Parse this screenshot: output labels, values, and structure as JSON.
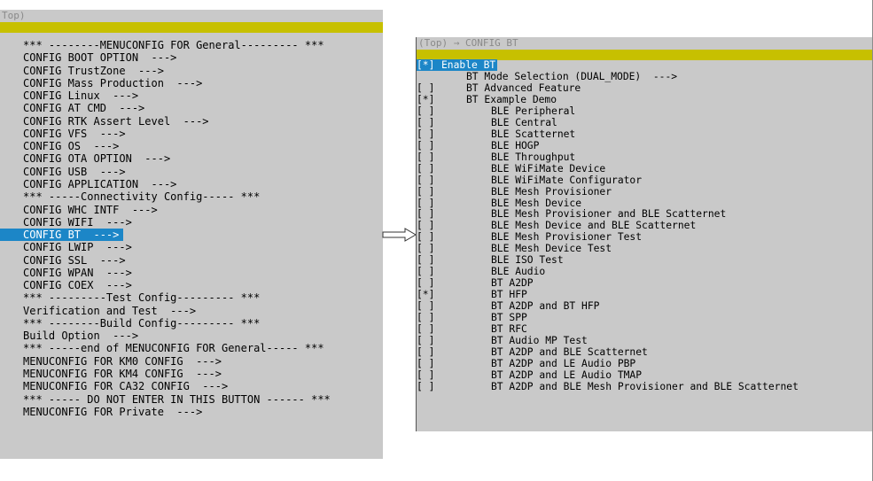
{
  "left": {
    "breadcrumb": "Top)",
    "items": [
      "*** --------MENUCONFIG FOR General--------- ***",
      "CONFIG BOOT OPTION  --->",
      "CONFIG TrustZone  --->",
      "CONFIG Mass Production  --->",
      "CONFIG Linux  --->",
      "CONFIG AT CMD  --->",
      "CONFIG RTK Assert Level  --->",
      "CONFIG VFS  --->",
      "CONFIG OS  --->",
      "CONFIG OTA OPTION  --->",
      "CONFIG USB  --->",
      "CONFIG APPLICATION  --->",
      "*** -----Connectivity Config----- ***",
      "CONFIG WHC INTF  --->",
      "CONFIG WIFI  --->",
      "CONFIG BT  --->",
      "CONFIG LWIP  --->",
      "CONFIG SSL  --->",
      "CONFIG WPAN  --->",
      "CONFIG COEX  --->",
      "*** ---------Test Config--------- ***",
      "Verification and Test  --->",
      "*** --------Build Config--------- ***",
      "Build Option  --->",
      "*** -----end of MENUCONFIG FOR General----- ***",
      "MENUCONFIG FOR KM0 CONFIG  --->",
      "MENUCONFIG FOR KM4 CONFIG  --->",
      "MENUCONFIG FOR CA32 CONFIG  --->",
      "*** ----- DO NOT ENTER IN THIS BUTTON ------ ***",
      "MENUCONFIG FOR Private  --->"
    ]
  },
  "right": {
    "breadcrumb": "(Top) → CONFIG BT",
    "items": [
      {
        "mark": "[*]",
        "label": "Enable BT"
      },
      {
        "mark": "",
        "label": "BT Mode Selection (DUAL_MODE)  --->"
      },
      {
        "mark": "[ ]",
        "label": "BT Advanced Feature"
      },
      {
        "mark": "[*]",
        "label": "BT Example Demo"
      },
      {
        "mark": "[ ]",
        "label": "BLE Peripheral"
      },
      {
        "mark": "[ ]",
        "label": "BLE Central"
      },
      {
        "mark": "[ ]",
        "label": "BLE Scatternet"
      },
      {
        "mark": "[ ]",
        "label": "BLE HOGP"
      },
      {
        "mark": "[ ]",
        "label": "BLE Throughput"
      },
      {
        "mark": "[ ]",
        "label": "BLE WiFiMate Device"
      },
      {
        "mark": "[ ]",
        "label": "BLE WiFiMate Configurator"
      },
      {
        "mark": "[ ]",
        "label": "BLE Mesh Provisioner"
      },
      {
        "mark": "[ ]",
        "label": "BLE Mesh Device"
      },
      {
        "mark": "[ ]",
        "label": "BLE Mesh Provisioner and BLE Scatternet"
      },
      {
        "mark": "[ ]",
        "label": "BLE Mesh Device and BLE Scatternet"
      },
      {
        "mark": "[ ]",
        "label": "BLE Mesh Provisioner Test"
      },
      {
        "mark": "[ ]",
        "label": "BLE Mesh Device Test"
      },
      {
        "mark": "[ ]",
        "label": "BLE ISO Test"
      },
      {
        "mark": "[ ]",
        "label": "BLE Audio"
      },
      {
        "mark": "[ ]",
        "label": "BT A2DP"
      },
      {
        "mark": "[*]",
        "label": "BT HFP"
      },
      {
        "mark": "[ ]",
        "label": "BT A2DP and BT HFP"
      },
      {
        "mark": "[ ]",
        "label": "BT SPP"
      },
      {
        "mark": "[ ]",
        "label": "BT RFC"
      },
      {
        "mark": "[ ]",
        "label": "BT Audio MP Test"
      },
      {
        "mark": "[ ]",
        "label": "BT A2DP and BLE Scatternet"
      },
      {
        "mark": "[ ]",
        "label": "BT A2DP and LE Audio PBP"
      },
      {
        "mark": "[ ]",
        "label": "BT A2DP and LE Audio TMAP"
      },
      {
        "mark": "[ ]",
        "label": "BT A2DP and BLE Mesh Provisioner and BLE Scatternet"
      }
    ]
  }
}
